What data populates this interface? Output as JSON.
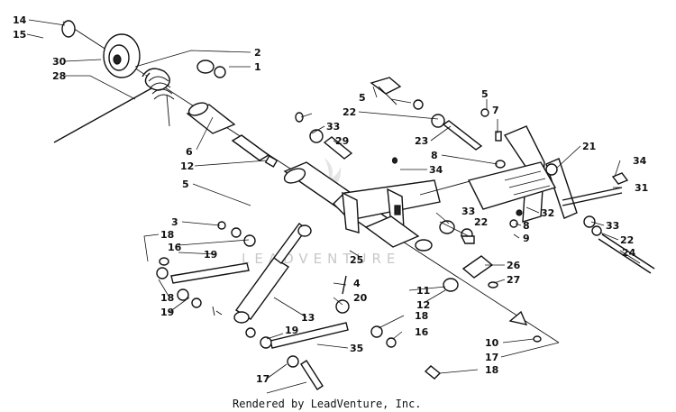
{
  "credit": "Rendered by LeadVenture, Inc.",
  "watermark": "LEADVENTURE",
  "callouts": [
    {
      "id": "c14",
      "label": "14"
    },
    {
      "id": "c15",
      "label": "15"
    },
    {
      "id": "c30",
      "label": "30"
    },
    {
      "id": "c28",
      "label": "28"
    },
    {
      "id": "c2",
      "label": "2"
    },
    {
      "id": "c1",
      "label": "1"
    },
    {
      "id": "c6",
      "label": "6"
    },
    {
      "id": "c12a",
      "label": "12"
    },
    {
      "id": "c5a",
      "label": "5"
    },
    {
      "id": "c5b",
      "label": "5"
    },
    {
      "id": "c22a",
      "label": "22"
    },
    {
      "id": "c33a",
      "label": "33"
    },
    {
      "id": "c29",
      "label": "29"
    },
    {
      "id": "c23",
      "label": "23"
    },
    {
      "id": "c8a",
      "label": "8"
    },
    {
      "id": "c34a",
      "label": "34"
    },
    {
      "id": "c5c",
      "label": "5"
    },
    {
      "id": "c7",
      "label": "7"
    },
    {
      "id": "c21",
      "label": "21"
    },
    {
      "id": "c34b",
      "label": "34"
    },
    {
      "id": "c31",
      "label": "31"
    },
    {
      "id": "c32",
      "label": "32"
    },
    {
      "id": "c33b",
      "label": "33"
    },
    {
      "id": "c22b",
      "label": "22"
    },
    {
      "id": "c8b",
      "label": "8"
    },
    {
      "id": "c9",
      "label": "9"
    },
    {
      "id": "c33c",
      "label": "33"
    },
    {
      "id": "c22c",
      "label": "22"
    },
    {
      "id": "c24",
      "label": "24"
    },
    {
      "id": "c3",
      "label": "3"
    },
    {
      "id": "c18a",
      "label": "18"
    },
    {
      "id": "c16a",
      "label": "16"
    },
    {
      "id": "c19a",
      "label": "19"
    },
    {
      "id": "c18b",
      "label": "18"
    },
    {
      "id": "c19b",
      "label": "19"
    },
    {
      "id": "c25",
      "label": "25"
    },
    {
      "id": "c26",
      "label": "26"
    },
    {
      "id": "c27",
      "label": "27"
    },
    {
      "id": "c4",
      "label": "4"
    },
    {
      "id": "c20",
      "label": "20"
    },
    {
      "id": "c11",
      "label": "11"
    },
    {
      "id": "c12b",
      "label": "12"
    },
    {
      "id": "c13",
      "label": "13"
    },
    {
      "id": "c19c",
      "label": "19"
    },
    {
      "id": "c18c",
      "label": "18"
    },
    {
      "id": "c16b",
      "label": "16"
    },
    {
      "id": "c35",
      "label": "35"
    },
    {
      "id": "c10",
      "label": "10"
    },
    {
      "id": "c17a",
      "label": "17"
    },
    {
      "id": "c18d",
      "label": "18"
    },
    {
      "id": "c17b",
      "label": "17"
    }
  ]
}
